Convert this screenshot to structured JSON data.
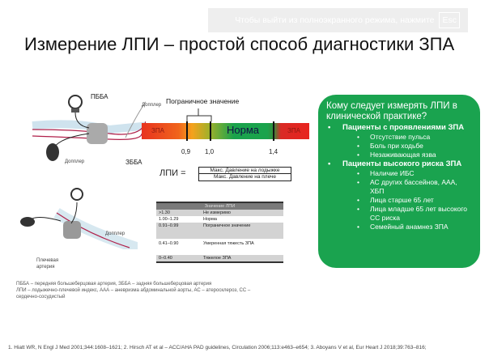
{
  "overlay": {
    "message": "Чтобы выйти из полноэкранного режима, нажмите",
    "key": "Esc"
  },
  "title": "Измерение ЛПИ – простой способ диагностики ЗПА",
  "illustration": {
    "pbba": "ПББА",
    "doppler_top": "Допплер",
    "doppler_bulb": "Допплер",
    "zbba": "ЗББА",
    "doppler_arm": "Допплер",
    "brachial": "Плечевая артерия"
  },
  "scale": {
    "border_label": "Пограничное значение",
    "left": "ЗПА",
    "middle": "Норма",
    "right": "ЗПА",
    "ticks": [
      "0,9",
      "1,0",
      "1,4"
    ]
  },
  "formula": {
    "lhs": "ЛПИ =",
    "numerator": "Макс. Давление на лодыжке",
    "denominator": "Макс. Давление на плече"
  },
  "table": {
    "header": "Значение ЛПИ",
    "rows": [
      {
        "value": ">1.30",
        "meaning": "Не измеримо"
      },
      {
        "value": "1.00–1.29",
        "meaning": "Норма"
      },
      {
        "value": "0.91–0.99",
        "meaning": "Пограничное значение"
      },
      {
        "value": "0.41–0.90",
        "meaning": "Умеренная тяжесть ЗПА"
      },
      {
        "value": "0–0.40",
        "meaning": "Тяжелое ЗПА"
      }
    ]
  },
  "green_box": {
    "heading": "Кому следует измерять ЛПИ в клинической практике?",
    "groups": [
      {
        "title": "Пациенты с проявлениями ЗПА",
        "items": [
          "Отсутствие пульса",
          "Боль при ходьбе",
          "Незаживающая язва"
        ]
      },
      {
        "title": "Пациенты высокого риска ЗПА",
        "items": [
          "Наличие ИБС",
          "АС других бассейнов, ААА, ХБП",
          "Лица старше 65 лет",
          "Лица младше 65 лет высокого СС риска",
          "Семейный анамнез ЗПА"
        ]
      }
    ]
  },
  "footnote": [
    "ПББА – передняя большеберцовая артерия, ЗББА – задняя большеберцовая артерия",
    "ЛПИ – лодыжечно-плечевой индекс, ААА – аневризма абдоминальной аорты, АС – атеросклероз, СС – сердечно-сосудистый"
  ],
  "reference": "1.    Hiatt WR, N Engl J Med 2001;344:1608–1621; 2. Hirsch AT et al – ACC/AHA PAD guidelines, Circulation 2006;113:e463–e654; 3. Aboyans V et al, Eur Heart J 2018;39:763–816;"
}
